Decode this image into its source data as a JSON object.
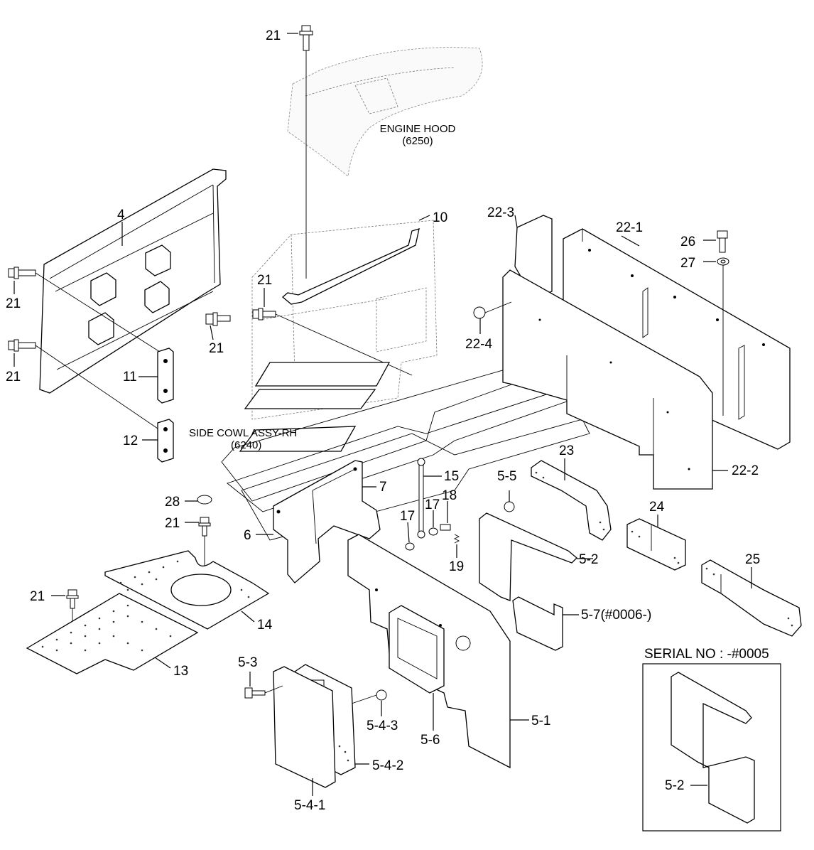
{
  "labels": {
    "l21_top": "21",
    "l_engine_hood": "ENGINE HOOD",
    "l_engine_hood_code": "(6250)",
    "l4": "4",
    "l10": "10",
    "l22_3": "22-3",
    "l22_1": "22-1",
    "l26": "26",
    "l27": "27",
    "l21_left_a": "21",
    "l21_left_b": "21",
    "l21_mid_left": "21",
    "l21_center": "21",
    "l22_4": "22-4",
    "l11": "11",
    "l12": "12",
    "l_side_cowl": "SIDE COWL ASSY-RH",
    "l_side_cowl_code": "(6240)",
    "l23": "23",
    "l22_2": "22-2",
    "l15": "15",
    "l5_5": "5-5",
    "l7": "7",
    "l18": "18",
    "l17_a": "17",
    "l17_b": "17",
    "l6": "6",
    "l28": "28",
    "l21_floor": "21",
    "l24": "24",
    "l19": "19",
    "l5_2": "5-2",
    "l25": "25",
    "l21_plate": "21",
    "l14": "14",
    "l5_7": "5-7(#0006-)",
    "l13": "13",
    "l_serial": "SERIAL NO : -#0005",
    "l5_3": "5-3",
    "l5_1": "5-1",
    "l5_4_3": "5-4-3",
    "l5_6": "5-6",
    "l5_4_2": "5-4-2",
    "l5_4_1": "5-4-1",
    "l5_2_inset": "5-2"
  }
}
